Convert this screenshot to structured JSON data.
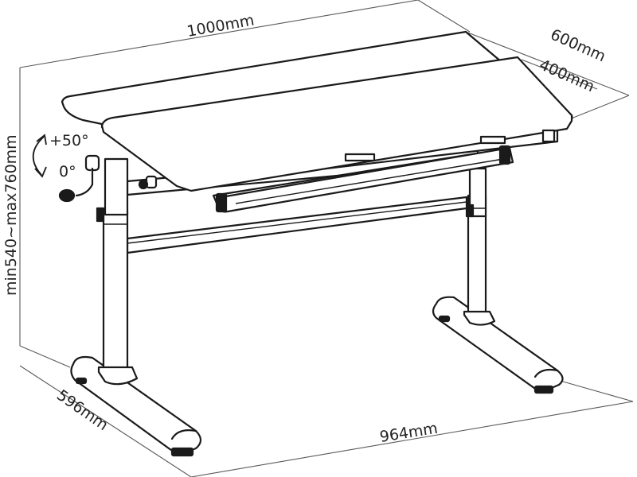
{
  "dimensions": {
    "top_width": "1000mm",
    "top_depth": "600mm",
    "tilt_panel_depth": "400mm",
    "height_range": "min540~max760mm",
    "base_depth": "596mm",
    "base_width": "964mm"
  },
  "tilt": {
    "max_angle": "+50°",
    "min_angle": "0°"
  },
  "colors": {
    "line": "#1a1a1a",
    "dimension": "#5a5a5a",
    "background": "#ffffff"
  }
}
